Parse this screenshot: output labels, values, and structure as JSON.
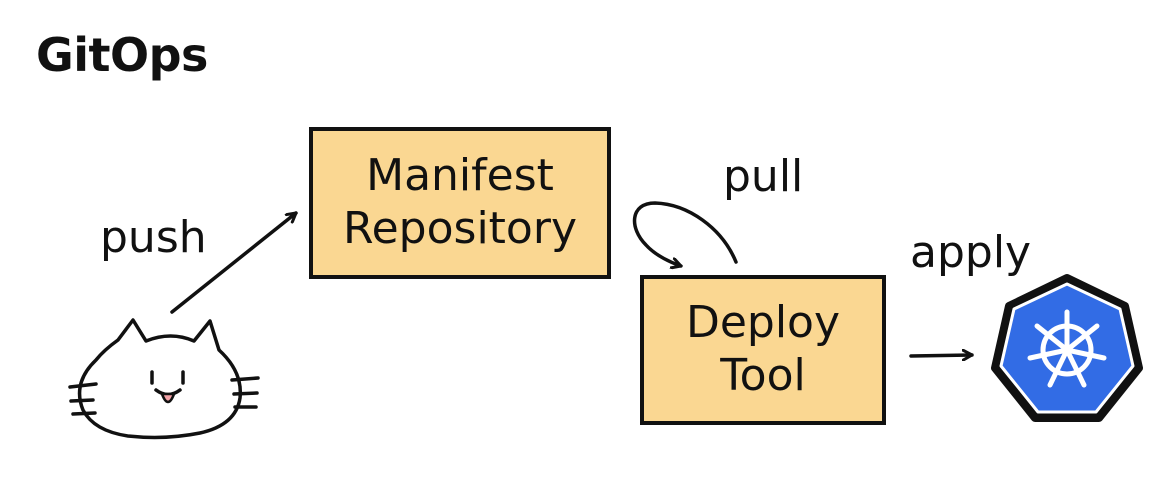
{
  "title": "GitOps",
  "colors": {
    "box_fill": "#fad792",
    "stroke": "#111111",
    "k8s_blue": "#326ce5",
    "tongue": "#f4a3a8"
  },
  "nodes": {
    "manifest_repository": {
      "line1": "Manifest",
      "line2": "Repository"
    },
    "deploy_tool": {
      "line1": "Deploy",
      "line2": "Tool"
    }
  },
  "edges": {
    "push": "push",
    "pull": "pull",
    "apply": "apply"
  },
  "icons": {
    "developer": "cat-face-icon",
    "cluster": "kubernetes-icon"
  }
}
